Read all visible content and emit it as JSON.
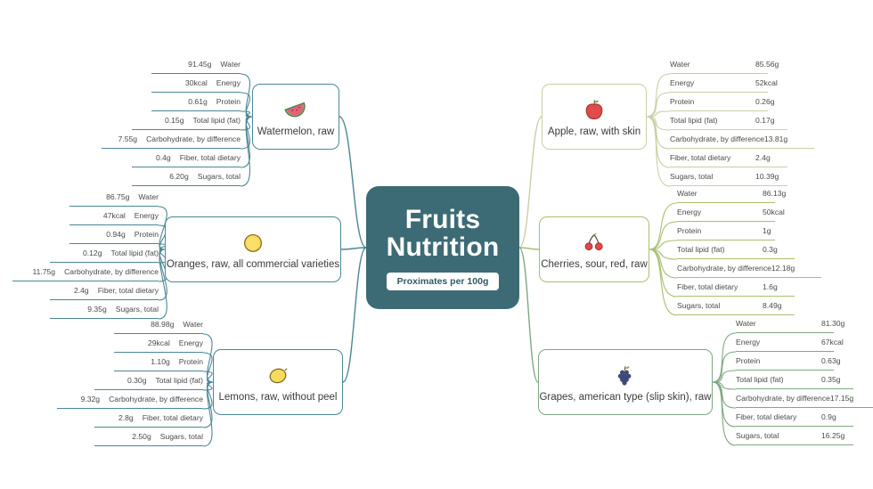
{
  "center": {
    "title_line1": "Fruits",
    "title_line2": "Nutrition",
    "subtitle": "Proximates per 100g",
    "bg_color": "#3d6b75"
  },
  "metric_labels": {
    "water": "Water",
    "energy": "Energy",
    "protein": "Protein",
    "fat": "Total lipid (fat)",
    "carbohydrate": "Carbohydrate, by difference",
    "fiber": "Fiber, total dietary",
    "sugars": "Sugars, total"
  },
  "branches": [
    {
      "id": "watermelon",
      "name": "Watermelon, raw",
      "icon": "watermelon-icon",
      "side": "left",
      "color": "#4b8795",
      "metrics": [
        {
          "label": "Water",
          "value": "91.45g"
        },
        {
          "label": "Energy",
          "value": "30kcal"
        },
        {
          "label": "Protein",
          "value": "0.61g"
        },
        {
          "label": "Total lipid (fat)",
          "value": "0.15g"
        },
        {
          "label": "Carbohydrate, by difference",
          "value": "7.55g"
        },
        {
          "label": "Fiber, total dietary",
          "value": "0.4g"
        },
        {
          "label": "Sugars, total",
          "value": "6.20g"
        }
      ]
    },
    {
      "id": "oranges",
      "name": "Oranges, raw, all commercial varieties",
      "icon": "orange-icon",
      "side": "left",
      "color": "#4b8795",
      "metrics": [
        {
          "label": "Water",
          "value": "86.75g"
        },
        {
          "label": "Energy",
          "value": "47kcal"
        },
        {
          "label": "Protein",
          "value": "0.94g"
        },
        {
          "label": "Total lipid (fat)",
          "value": "0.12g"
        },
        {
          "label": "Carbohydrate, by difference",
          "value": "11.75g"
        },
        {
          "label": "Fiber, total dietary",
          "value": "2.4g"
        },
        {
          "label": "Sugars, total",
          "value": "9.35g"
        }
      ]
    },
    {
      "id": "lemons",
      "name": "Lemons, raw, without peel",
      "icon": "lemon-icon",
      "side": "left",
      "color": "#4b8795",
      "metrics": [
        {
          "label": "Water",
          "value": "88.98g"
        },
        {
          "label": "Energy",
          "value": "29kcal"
        },
        {
          "label": "Protein",
          "value": "1.10g"
        },
        {
          "label": "Total lipid (fat)",
          "value": "0.30g"
        },
        {
          "label": "Carbohydrate, by difference",
          "value": "9.32g"
        },
        {
          "label": "Fiber, total dietary",
          "value": "2.8g"
        },
        {
          "label": "Sugars, total",
          "value": "2.50g"
        }
      ]
    },
    {
      "id": "apple",
      "name": "Apple, raw, with skin",
      "icon": "apple-icon",
      "side": "right",
      "color": "#c9cfa4",
      "metrics": [
        {
          "label": "Water",
          "value": "85.56g"
        },
        {
          "label": "Energy",
          "value": "52kcal"
        },
        {
          "label": "Protein",
          "value": "0.26g"
        },
        {
          "label": "Total lipid (fat)",
          "value": "0.17g"
        },
        {
          "label": "Carbohydrate, by difference",
          "value": "13.81g"
        },
        {
          "label": "Fiber, total dietary",
          "value": "2.4g"
        },
        {
          "label": "Sugars, total",
          "value": "10.39g"
        }
      ]
    },
    {
      "id": "cherries",
      "name": "Cherries, sour, red, raw",
      "icon": "cherries-icon",
      "side": "right",
      "color": "#a8bf6e",
      "metrics": [
        {
          "label": "Water",
          "value": "86.13g"
        },
        {
          "label": "Energy",
          "value": "50kcal"
        },
        {
          "label": "Protein",
          "value": "1g"
        },
        {
          "label": "Total lipid (fat)",
          "value": "0.3g"
        },
        {
          "label": "Carbohydrate, by difference",
          "value": "12.18g"
        },
        {
          "label": "Fiber, total dietary",
          "value": "1.6g"
        },
        {
          "label": "Sugars, total",
          "value": "8.49g"
        }
      ]
    },
    {
      "id": "grapes",
      "name": "Grapes, american type (slip skin), raw",
      "icon": "grapes-icon",
      "side": "right",
      "color": "#7fa880",
      "metrics": [
        {
          "label": "Water",
          "value": "81.30g"
        },
        {
          "label": "Energy",
          "value": "67kcal"
        },
        {
          "label": "Protein",
          "value": "0.63g"
        },
        {
          "label": "Total lipid (fat)",
          "value": "0.35g"
        },
        {
          "label": "Carbohydrate, by difference",
          "value": "17.15g"
        },
        {
          "label": "Fiber, total dietary",
          "value": "0.9g"
        },
        {
          "label": "Sugars, total",
          "value": "16.25g"
        }
      ]
    }
  ]
}
